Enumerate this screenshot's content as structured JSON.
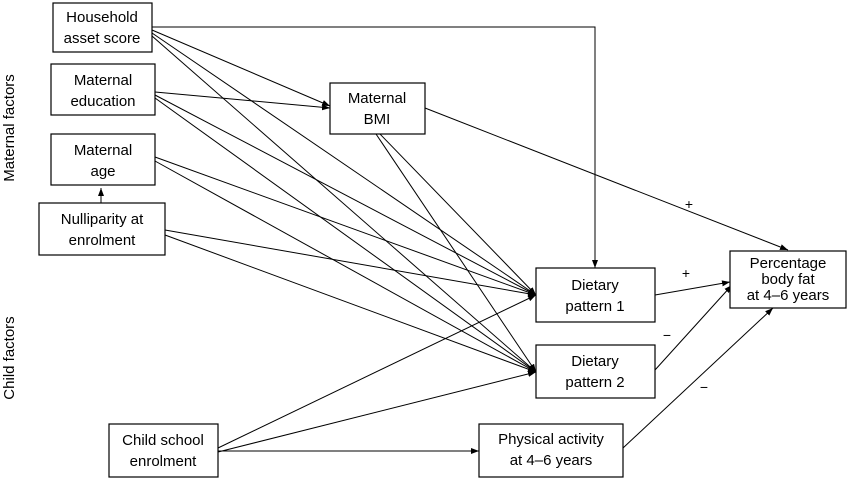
{
  "side_labels": {
    "maternal": "Maternal factors",
    "child": "Child factors"
  },
  "nodes": {
    "household": [
      "Household",
      "asset score"
    ],
    "education": [
      "Maternal",
      "education"
    ],
    "age": [
      "Maternal",
      "age"
    ],
    "nulliparity": [
      "Nulliparity at",
      "enrolment"
    ],
    "bmi": [
      "Maternal",
      "BMI"
    ],
    "diet1": [
      "Dietary",
      "pattern 1"
    ],
    "diet2": [
      "Dietary",
      "pattern 2"
    ],
    "bodyfat": [
      "Percentage",
      "body fat",
      "at 4–6 years"
    ],
    "school": [
      "Child school",
      "enrolment"
    ],
    "activity": [
      "Physical activity",
      "at 4–6 years"
    ]
  },
  "signs": {
    "bmi_bodyfat": "+",
    "diet1_bodyfat": "+",
    "diet2_bodyfat": "−",
    "activity_bodyfat": "−"
  }
}
